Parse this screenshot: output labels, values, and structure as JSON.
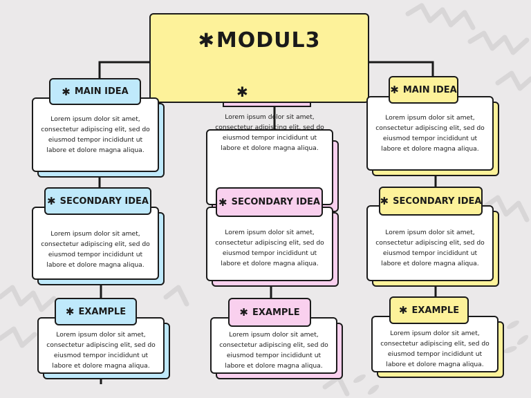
{
  "title": {
    "text": "MODUL3",
    "star": "✱"
  },
  "lorem": "Lorem ipsum dolor sit amet, consectetur adipiscing elit, sed do eiusmod tempor incididunt ut labore et dolore magna aliqua.",
  "columns": {
    "left": {
      "main_label": "MAIN IDEA",
      "secondary_label": "SECONDARY IDEA",
      "example_label": "EXAMPLE",
      "color": "#bfe9fb"
    },
    "middle": {
      "main_label": "",
      "secondary_label": "SECONDARY IDEA",
      "example_label": "EXAMPLE",
      "color": "#f9d0ee"
    },
    "right": {
      "main_label": "MAIN IDEA",
      "secondary_label": "SECONDARY IDEA",
      "example_label": "EXAMPLE",
      "color": "#fdf29a"
    }
  },
  "star_glyph": "✱"
}
